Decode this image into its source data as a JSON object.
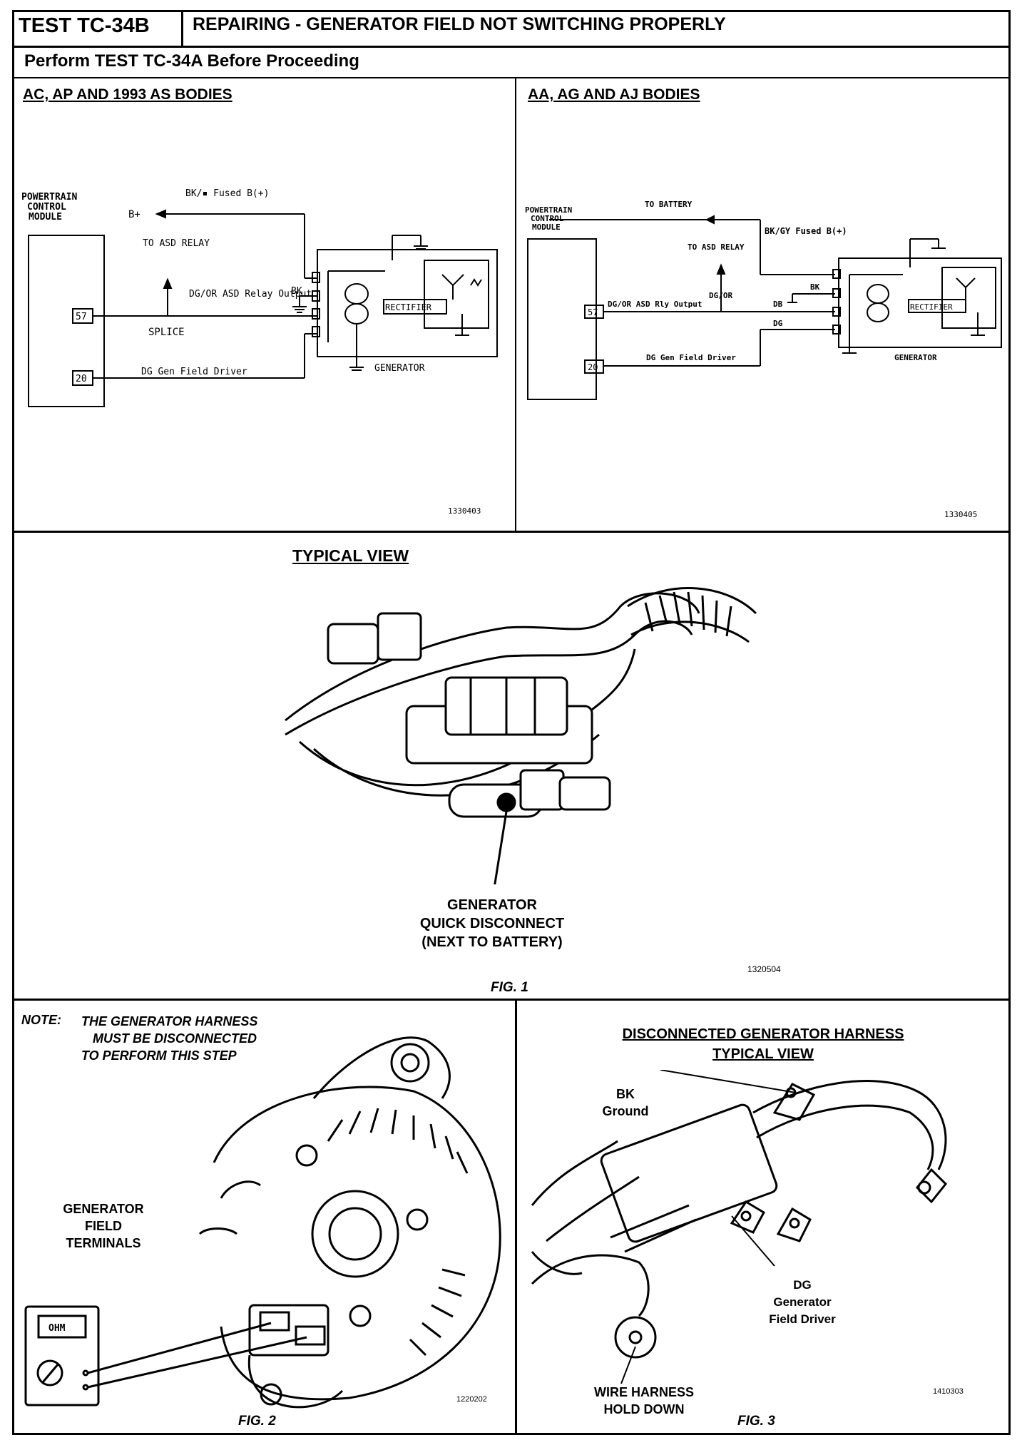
{
  "header": {
    "test_id": "TEST TC-34B",
    "title": "REPAIRING - GENERATOR FIELD NOT SWITCHING PROPERLY",
    "subtitle": "Perform TEST TC-34A Before Proceeding"
  },
  "left_schematic": {
    "heading": "AC, AP AND 1993 AS BODIES",
    "module_label": "POWERTRAIN CONTROL MODULE",
    "pin_57": "57",
    "pin_20": "20",
    "b_plus": "B+",
    "fused_wire": "BK/▪ Fused B(+)",
    "asd_relay": "TO ASD RELAY",
    "relay_wire": "DG/OR ASD Relay Output",
    "bk": "BK",
    "splice": "SPLICE",
    "field_wire": "DG Gen Field Driver",
    "rectifier": "RECTIFIER",
    "generator": "GENERATOR",
    "fig_number": "1330403"
  },
  "right_schematic": {
    "heading": "AA, AG AND AJ BODIES",
    "module_label": "POWERTRAIN CONTROL MODULE",
    "pin_57": "57",
    "pin_20": "20",
    "to_battery": "TO BATTERY",
    "fused_wire": "BK/GY Fused B(+)",
    "asd_relay": "TO ASD RELAY",
    "relay_wire": "DG/OR ASD Rly Output",
    "dg_or": "DG/OR",
    "bk": "BK",
    "db": "DB",
    "dg": "DG",
    "field_wire": "DG Gen Field Driver",
    "rectifier": "RECTIFIER",
    "generator": "GENERATOR",
    "fig_number": "1330405"
  },
  "fig1": {
    "heading": "TYPICAL VIEW",
    "callout": [
      "GENERATOR",
      "QUICK DISCONNECT",
      "(NEXT TO BATTERY)"
    ],
    "fig_number": "1320504",
    "caption": "FIG. 1"
  },
  "fig2": {
    "note_prefix": "NOTE:",
    "note_lines": [
      "THE GENERATOR HARNESS",
      "MUST BE DISCONNECTED",
      "TO PERFORM THIS STEP"
    ],
    "callout": [
      "GENERATOR",
      "FIELD",
      "TERMINALS"
    ],
    "meter_label": "OHM",
    "fig_number": "1220202",
    "caption": "FIG. 2"
  },
  "fig3": {
    "heading_1": "DISCONNECTED GENERATOR HARNESS",
    "heading_2": "TYPICAL VIEW",
    "bk_label": [
      "BK",
      "Ground"
    ],
    "dg_label": [
      "DG",
      "Generator",
      "Field Driver"
    ],
    "holddown_label": [
      "WIRE HARNESS",
      "HOLD DOWN"
    ],
    "fig_number": "1410303",
    "caption": "FIG. 3"
  }
}
